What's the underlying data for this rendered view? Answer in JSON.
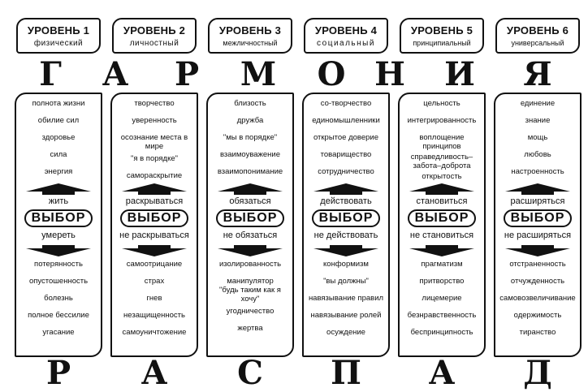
{
  "title_word_top": "ГАРМОНИЯ",
  "title_word_bottom": "РАСПАД",
  "choice_label": "ВЫБОР",
  "columns": [
    {
      "level": "УРОВЕНЬ 1",
      "name": "физический",
      "top_letter": "Г",
      "bottom_letter": "Р",
      "positive": [
        "полнота жизни",
        "обилие сил",
        "здоровье",
        "сила",
        "энергия"
      ],
      "up_label": "жить",
      "down_label": "умереть",
      "negative": [
        "потерянность",
        "опустошенность",
        "болезнь",
        "полное бессилие",
        "угасание"
      ]
    },
    {
      "level": "УРОВЕНЬ 2",
      "name": "личностный",
      "top_letter": "А",
      "bottom_letter": "А",
      "positive": [
        "творчество",
        "уверенность",
        "осознание места в мире",
        "\"я в порядке\"",
        "самораскрытие"
      ],
      "up_label": "раскрываться",
      "down_label": "не раскрываться",
      "negative": [
        "самоотрицание",
        "страх",
        "гнев",
        "незащищенность",
        "самоуничтожение"
      ]
    },
    {
      "level": "УРОВЕНЬ 3",
      "name": "межличностный",
      "top_letter": "Р",
      "bottom_letter": "С",
      "positive": [
        "близость",
        "дружба",
        "\"мы в порядке\"",
        "взаимоуважение",
        "взаимопонимание"
      ],
      "up_label": "обязаться",
      "down_label": "не обязаться",
      "negative": [
        "изолированность",
        "манипулятор",
        "\"будь таким как я хочу\"",
        "угодничество",
        "жертва"
      ]
    },
    {
      "level": "УРОВЕНЬ 4",
      "name": "социальный",
      "top_letter": "М",
      "bottom_letter": "П",
      "positive": [
        "со-творчество",
        "единомышленники",
        "открытое доверие",
        "товарищество",
        "сотрудничество"
      ],
      "up_label": "действовать",
      "down_label": "не действовать",
      "negative": [
        "конформизм",
        "\"вы должны\"",
        "навязывание правил",
        "навязывание ролей",
        "осуждение"
      ]
    },
    {
      "level": "УРОВЕНЬ 5",
      "name": "принципиальный",
      "top_letter": "О",
      "bottom_letter": "А",
      "positive": [
        "цельность",
        "интегрированность",
        "воплощение принципов",
        "справедливость–забота–доброта",
        "открытость"
      ],
      "up_label": "становиться",
      "down_label": "не становиться",
      "negative": [
        "прагматизм",
        "притворство",
        "лицемерие",
        "безнравственность",
        "беспринципность"
      ]
    },
    {
      "level": "УРОВЕНЬ 6",
      "name": "универсальный",
      "top_letter": "Н",
      "bottom_letter": "Д",
      "extra_top_letters": [
        "И",
        "Я"
      ],
      "positive": [
        "единение",
        "знание",
        "мощь",
        "любовь",
        "настроенность"
      ],
      "up_label": "расширяться",
      "down_label": "не расширяться",
      "negative": [
        "отстраненность",
        "отчужденность",
        "самовозвеличивание",
        "одержимость",
        "тиранство"
      ]
    }
  ],
  "top_letters": [
    "Г",
    "А",
    "Р",
    "М",
    "О",
    "Н",
    "И",
    "Я"
  ],
  "bottom_letters": [
    "Р",
    "А",
    "С",
    "П",
    "А",
    "Д"
  ],
  "colors": {
    "ink": "#111111",
    "background": "#ffffff"
  }
}
